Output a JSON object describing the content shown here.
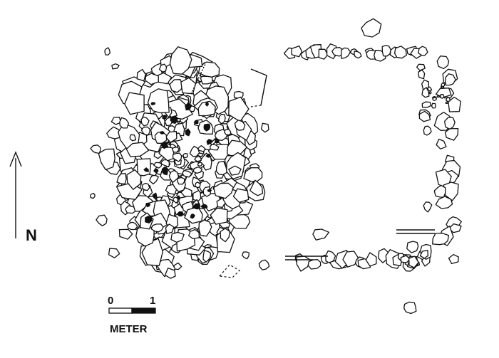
{
  "north_arrow": {
    "label": "N"
  },
  "scale_bar": {
    "start_label": "0",
    "end_label": "1",
    "unit_label": "METER"
  },
  "colors": {
    "ink": "#111111",
    "paper": "#ffffff"
  }
}
